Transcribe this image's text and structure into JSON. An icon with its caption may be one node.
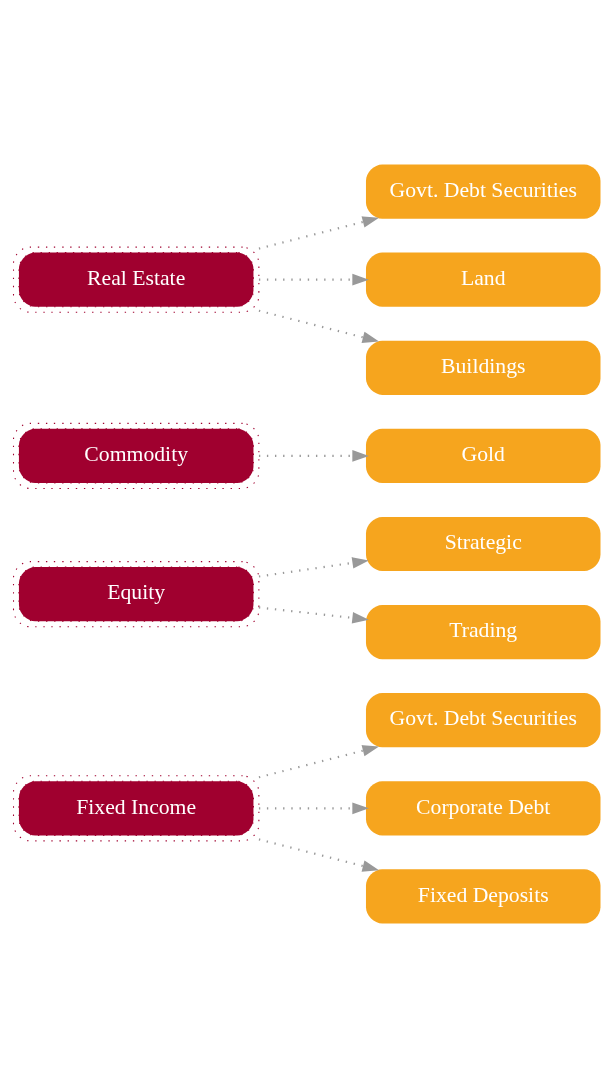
{
  "diagram": {
    "nodes": [
      {
        "text": [
          "Fixed Income"
        ]
      },
      {
        "text": [
          "Govt. Debt Securities"
        ]
      },
      {
        "text": [
          "Corporate Debt"
        ]
      },
      {
        "text": [
          "Fixed Deposits"
        ]
      },
      {
        "text": [
          "Equity"
        ]
      },
      {
        "text": [
          "Strategic"
        ]
      },
      {
        "text": [
          "Trading"
        ]
      },
      {
        "text": [
          "Commodity"
        ]
      },
      {
        "text": [
          "Gold"
        ]
      },
      {
        "text": [
          "Real Estate"
        ]
      },
      {
        "text": [
          "Govt. Debt Securities"
        ]
      },
      {
        "text": [
          "Land"
        ]
      },
      {
        "text": [
          "Buildings"
        ]
      }
    ],
    "edges": [
      {
        "from": 0,
        "to": 1,
        "arrow": "to"
      },
      {
        "from": 0,
        "to": 2,
        "arrow": "to"
      },
      {
        "from": 0,
        "to": 3,
        "arrow": "to"
      },
      {
        "from": 4,
        "to": 5,
        "arrow": "to"
      },
      {
        "from": 4,
        "to": 6,
        "arrow": "to"
      },
      {
        "from": 7,
        "to": 8,
        "arrow": "to"
      },
      {
        "from": 9,
        "to": 10,
        "arrow": "to"
      },
      {
        "from": 9,
        "to": 11,
        "arrow": "to"
      },
      {
        "from": 9,
        "to": 12,
        "arrow": "to"
      }
    ]
  }
}
